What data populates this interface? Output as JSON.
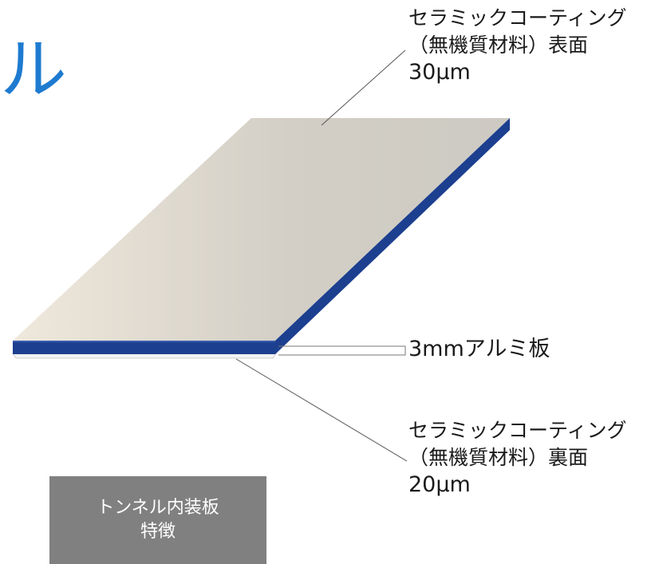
{
  "heading": {
    "text": "ル"
  },
  "layers": {
    "top_coating": {
      "line1": "セラミックコーティング",
      "line2": "（無機質材料）表面",
      "thickness": "30μm"
    },
    "core": {
      "label": "3mmアルミ板"
    },
    "bottom_coating": {
      "line1": "セラミックコーティング",
      "line2": "（無機質材料）裏面",
      "thickness": "20μm"
    }
  },
  "feature_button": {
    "line1": "トンネル内装板",
    "line2": "特徴"
  },
  "colors": {
    "accent": "#1e7bd0",
    "panel_edge": "#1c3f8f",
    "panel_surface": "#d2cec4",
    "button_bg": "#808080"
  }
}
